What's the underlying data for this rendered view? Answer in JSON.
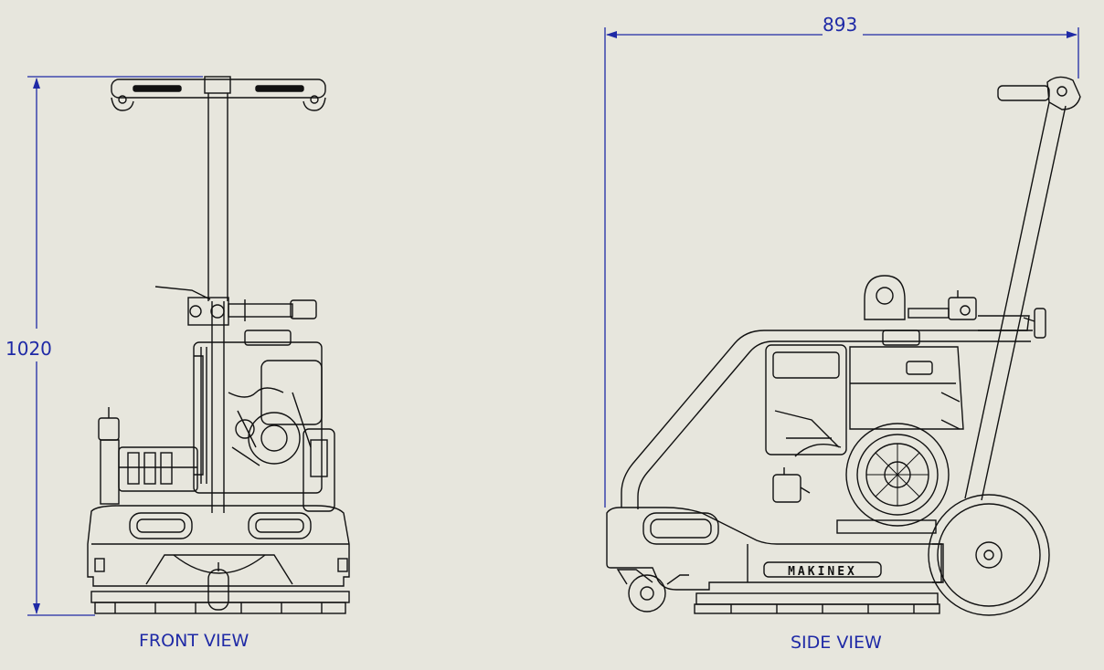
{
  "views": {
    "front": {
      "label": "FRONT VIEW",
      "height_dimension": "1020"
    },
    "side": {
      "label": "SIDE VIEW",
      "width_dimension": "893",
      "brand_text": "MAKINEX"
    }
  },
  "colors": {
    "background": "#e7e6dd",
    "linework": "#111111",
    "dimension": "#1f2aa6"
  }
}
